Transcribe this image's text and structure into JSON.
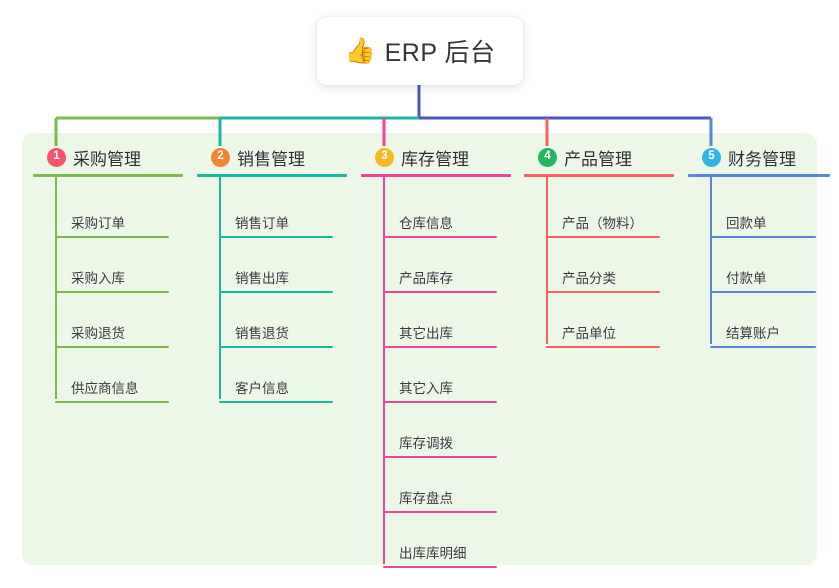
{
  "root": {
    "icon": "thumbs-up-icon",
    "emoji": "👍",
    "title": "ERP 后台"
  },
  "colors": {
    "canvas_bg": "#edf7e7",
    "trunk": "#4e55c0",
    "bus_left": "#7cba4e",
    "bus_mid": "#18b8a5",
    "bus_right": "#4e55c0",
    "text": "#3a3b42"
  },
  "branches": [
    {
      "number": "1",
      "label": "采购管理",
      "line_color": "#7cba4e",
      "badge_color": "#f4546e",
      "stub_color": "#7cba4e",
      "leaves": [
        {
          "label": "采购订单"
        },
        {
          "label": "采购入库"
        },
        {
          "label": "采购退货"
        },
        {
          "label": "供应商信息"
        }
      ]
    },
    {
      "number": "2",
      "label": "销售管理",
      "line_color": "#18b8a5",
      "badge_color": "#f08632",
      "stub_color": "#18b8a5",
      "leaves": [
        {
          "label": "销售订单"
        },
        {
          "label": "销售出库"
        },
        {
          "label": "销售退货"
        },
        {
          "label": "客户信息"
        }
      ]
    },
    {
      "number": "3",
      "label": "库存管理",
      "line_color": "#e8479b",
      "badge_color": "#f5b921",
      "stub_color": "#e8479b",
      "leaves": [
        {
          "label": "仓库信息"
        },
        {
          "label": "产品库存"
        },
        {
          "label": "其它出库"
        },
        {
          "label": "其它入库"
        },
        {
          "label": "库存调拨"
        },
        {
          "label": "库存盘点"
        },
        {
          "label": "出库库明细"
        }
      ]
    },
    {
      "number": "4",
      "label": "产品管理",
      "line_color": "#f4615e",
      "badge_color": "#25b661",
      "stub_color": "#f4615e",
      "leaves": [
        {
          "label": "产品（物料）"
        },
        {
          "label": "产品分类"
        },
        {
          "label": "产品单位"
        }
      ]
    },
    {
      "number": "5",
      "label": "财务管理",
      "line_color": "#5b86d6",
      "badge_color": "#2fb4e3",
      "stub_color": "#5b86d6",
      "leaves": [
        {
          "label": "回款单"
        },
        {
          "label": "付款单"
        },
        {
          "label": "结算账户"
        }
      ]
    }
  ]
}
